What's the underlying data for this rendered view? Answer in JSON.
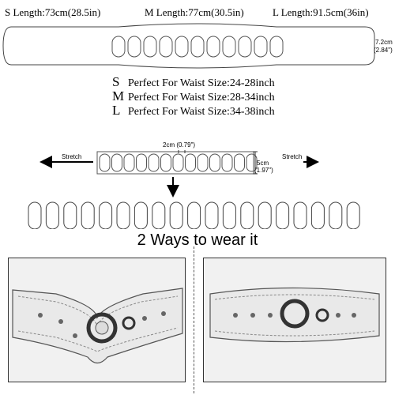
{
  "lengths": {
    "s": "S Length:73cm(28.5in)",
    "m": "M Length:77cm(30.5in)",
    "l": "L Length:91.5cm(36in)"
  },
  "width_dim": {
    "cm": "7.2cm",
    "inch": "(2.84\")"
  },
  "waist_sizes": [
    {
      "size": "S",
      "text": "Perfect For Waist Size:24-28inch"
    },
    {
      "size": "M",
      "text": "Perfect For Waist Size:28-34inch"
    },
    {
      "size": "L",
      "text": "Perfect For Waist Size:34-38inch"
    }
  ],
  "stretch_diagram": {
    "left_label": "Stretch",
    "right_label": "Stretch",
    "gap_label": "2cm (0.79\")",
    "height_cm": "5cm",
    "height_in": "(1.97\")"
  },
  "ways_title": "2 Ways to wear it",
  "colors": {
    "line": "#444444",
    "belt_fill": "#f4f4f4",
    "photo_bg": "#f1f1f1"
  }
}
